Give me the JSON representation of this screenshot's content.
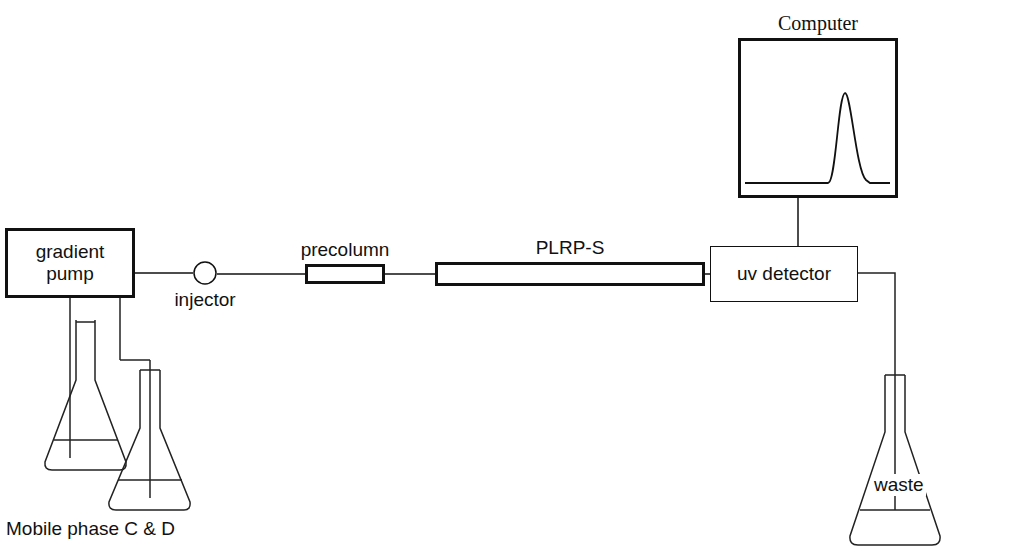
{
  "diagram": {
    "nodes": [
      {
        "text": [
          "gradient pump"
        ]
      },
      {
        "text": [
          "injector"
        ]
      },
      {
        "text": [
          "precolumn"
        ]
      },
      {
        "text": [
          "PLRP-S"
        ]
      },
      {
        "text": [
          "uv detector"
        ]
      },
      {
        "text": [
          "Computer"
        ]
      }
    ],
    "edges": [
      {
        "from": 0,
        "to": 1,
        "arrow": "none"
      },
      {
        "from": 1,
        "to": 2,
        "arrow": "none"
      },
      {
        "from": 2,
        "to": 3,
        "arrow": "none"
      },
      {
        "from": 3,
        "to": 4,
        "arrow": "none"
      },
      {
        "from": 4,
        "to": 5,
        "arrow": "none"
      }
    ],
    "labels": [
      "Mobile phase C & D",
      "waste"
    ]
  }
}
